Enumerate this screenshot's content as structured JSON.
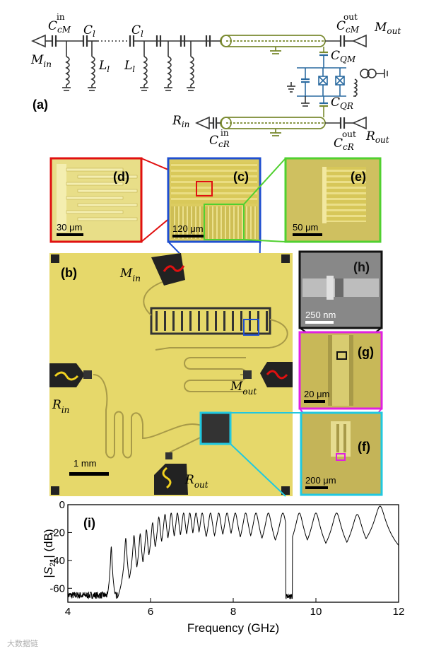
{
  "panels": {
    "a": "(a)",
    "b": "(b)",
    "c": "(c)",
    "d": "(d)",
    "e": "(e)",
    "f": "(f)",
    "g": "(g)",
    "h": "(h)",
    "i": "(i)"
  },
  "circuit": {
    "ccm_in": {
      "base": "C",
      "sub": "cM",
      "sup": "in"
    },
    "cl1": {
      "base": "C",
      "sub": "l"
    },
    "cl2": {
      "base": "C",
      "sub": "l"
    },
    "ll1": {
      "base": "L",
      "sub": "l"
    },
    "ll2": {
      "base": "L",
      "sub": "l"
    },
    "m_in": {
      "base": "M",
      "sub": "in"
    },
    "ccm_out": {
      "base": "C",
      "sub": "cM",
      "sup": "out"
    },
    "m_out": {
      "base": "M",
      "sub": "out"
    },
    "cqm": {
      "base": "C",
      "sub": "QM"
    },
    "cqr": {
      "base": "C",
      "sub": "QR"
    },
    "r_in": {
      "base": "R",
      "sub": "in"
    },
    "ccr_in": {
      "base": "C",
      "sub": "cR",
      "sup": "in"
    },
    "ccr_out": {
      "base": "C",
      "sub": "cR",
      "sup": "out"
    },
    "r_out": {
      "base": "R",
      "sub": "out"
    }
  },
  "micro": {
    "m_in": {
      "base": "M",
      "sub": "in"
    },
    "m_out": {
      "base": "M",
      "sub": "out"
    },
    "r_in": {
      "base": "R",
      "sub": "in"
    },
    "r_out": {
      "base": "R",
      "sub": "out"
    },
    "scales": {
      "d": "30 μm",
      "c": "120 μm",
      "e": "50 μm",
      "b": "1 mm",
      "h": "250 nm",
      "g": "20 μm",
      "f": "200 μm"
    }
  },
  "colors": {
    "red": "#e01010",
    "blue": "#1f4fd0",
    "green": "#50d030",
    "magenta": "#e020e0",
    "cyan": "#20c8e0",
    "black": "#111111",
    "chip": "#e6d86a",
    "circuit_green": "#7a8a30",
    "circuit_blue": "#2a6aa0"
  },
  "chart_data": {
    "type": "line",
    "title": "",
    "xlabel": "Frequency (GHz)",
    "ylabel": "|S21| (dB)",
    "xlim": [
      4,
      12
    ],
    "ylim": [
      -70,
      0
    ],
    "xticks": [
      4,
      6,
      8,
      10,
      12
    ],
    "yticks": [
      0,
      -20,
      -40,
      -60
    ],
    "noise_floor_db": -65,
    "baseline_above_6ghz_db": -45,
    "resonances": [
      {
        "f": 5.05,
        "peak": -30
      },
      {
        "f": 5.4,
        "peak": -24
      },
      {
        "f": 5.6,
        "peak": -22
      },
      {
        "f": 5.75,
        "peak": -21
      },
      {
        "f": 5.9,
        "peak": -18
      },
      {
        "f": 6.05,
        "peak": -13
      },
      {
        "f": 6.2,
        "peak": -9
      },
      {
        "f": 6.35,
        "peak": -7
      },
      {
        "f": 6.5,
        "peak": -6
      },
      {
        "f": 6.65,
        "peak": -6
      },
      {
        "f": 6.8,
        "peak": -6
      },
      {
        "f": 6.95,
        "peak": -6
      },
      {
        "f": 7.1,
        "peak": -6
      },
      {
        "f": 7.25,
        "peak": -6
      },
      {
        "f": 7.45,
        "peak": -6
      },
      {
        "f": 7.65,
        "peak": -6
      },
      {
        "f": 7.85,
        "peak": -6
      },
      {
        "f": 8.05,
        "peak": -6
      },
      {
        "f": 8.3,
        "peak": -6
      },
      {
        "f": 8.55,
        "peak": -6
      },
      {
        "f": 8.85,
        "peak": -6
      },
      {
        "f": 9.2,
        "peak": -6
      },
      {
        "f": 9.6,
        "peak": -6
      },
      {
        "f": 10.0,
        "peak": -6
      },
      {
        "f": 10.5,
        "peak": -6
      },
      {
        "f": 11.0,
        "peak": -7
      },
      {
        "f": 11.55,
        "peak": -1
      }
    ]
  },
  "watermark": "大数据链"
}
